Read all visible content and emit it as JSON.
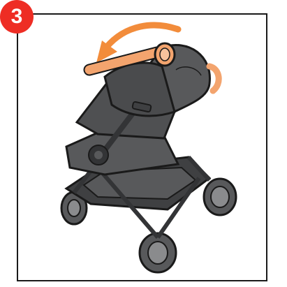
{
  "step": {
    "number": "3"
  },
  "colors": {
    "badge": "#ee2d24",
    "fabric": "#58595b",
    "fabric_dark": "#3f4042",
    "frame": "#333436",
    "handle": "#f3a46e",
    "outline": "#1a1a1a",
    "arrow": "#f28c3b"
  },
  "illustration": {
    "subject": "stroller",
    "arrow_direction": "counter-clockwise",
    "icons": [
      "rotate-arrow-icon",
      "stroller-illustration"
    ]
  }
}
